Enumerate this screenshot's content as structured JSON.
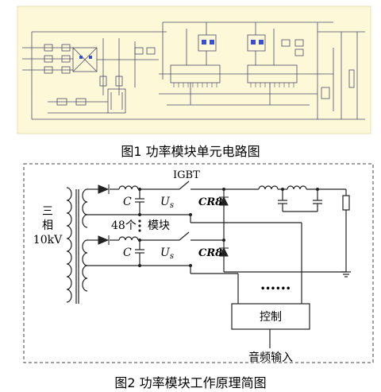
{
  "figure1": {
    "caption": "图1 功率模块单元电路图",
    "panel_color": "#fdf9d8"
  },
  "figure2": {
    "caption": "图2 功率模块工作原理简图",
    "transformer_label_line1": "三",
    "transformer_label_line2": "相",
    "transformer_label_line3": "10kV",
    "switch_label": "IGBT",
    "module_count_label": "48个",
    "module_label": "模块",
    "cap_label_top": "C",
    "cap_label_bottom": "C",
    "us_label_top": "U",
    "us_label_bottom": "U",
    "us_sub_top": "s",
    "us_sub_bottom": "s",
    "cr8_label_top": "CR8",
    "cr8_label_bottom": "CR8",
    "ellipsis": "••••••",
    "control_label": "控制",
    "audio_label": "音频输入"
  }
}
